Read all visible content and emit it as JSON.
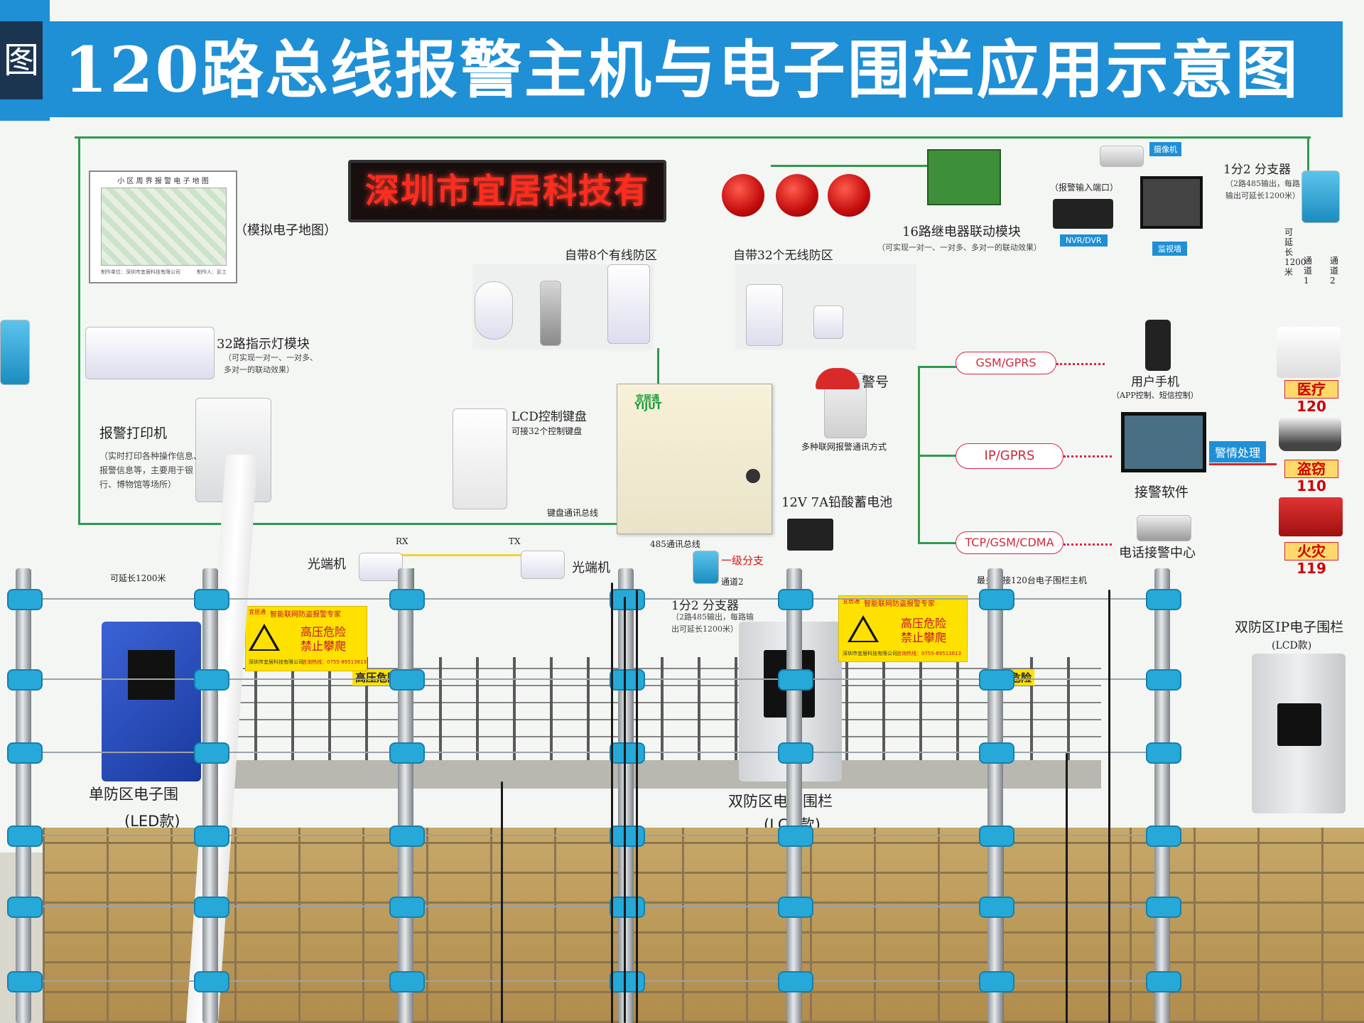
{
  "banner": {
    "title": "120路总线报警主机与电子围栏应用示意图",
    "edge_char": "图"
  },
  "led_display": {
    "text": "深圳市宜居科技有"
  },
  "map": {
    "title": "小 区 周 界 报 警 电 子 地 图",
    "caption": "（模拟电子地图）",
    "footer_left": "制作单位：深圳市宜居科技有限公司",
    "footer_right": "制作人：彭工"
  },
  "indicator_module": {
    "title": "32路指示灯模块",
    "desc": "（可实现一对一、一对多、多对一的联动效果）"
  },
  "printer": {
    "title": "报警打印机",
    "desc": "（实时打印各种操作信息、报警信息等，主要用于银行、博物馆等场所）"
  },
  "wired_zones": {
    "label": "自带8个有线防区"
  },
  "wireless_zones": {
    "label": "自带32个无线防区"
  },
  "relay_module": {
    "title": "16路继电器联动模块",
    "desc": "（可实现一对一、一对多、多对一的联动效果）"
  },
  "alarm_input": "（报警输入端口）",
  "camera_label": "摄像机",
  "nvr_label": "NVR/DVR",
  "monitor_label": "监视墙",
  "splitter_top": {
    "title": "1分2 分支器",
    "desc": "（2路485输出，每路输出可延长1200米）",
    "extend": "可延长1200米",
    "ch1": "通道1",
    "ch2": "通道2"
  },
  "keypad": {
    "title": "LCD控制键盘",
    "desc": "可接32个控制键盘",
    "bus": "键盘通讯总线"
  },
  "panel": {
    "brand": "宜居通",
    "brand_en": "YIJUT"
  },
  "siren_label": "警号",
  "comm_methods": "多种联网报警通讯方式",
  "battery": "12V 7A铅酸蓄电池",
  "bus485": "485通讯总线",
  "first_branch": "一级分支",
  "comm": [
    "GSM/GPRS",
    "IP/GPRS",
    "TCP/GSM/CDMA"
  ],
  "phone": {
    "title": "用户手机",
    "desc": "（APP控制、短信控制）"
  },
  "software": "接警软件",
  "center": "电话接警中心",
  "police_handling": "警情处理",
  "emergency": [
    "医疗120",
    "盗窃110",
    "火灾119"
  ],
  "optical": {
    "left": "光端机",
    "right": "光端机",
    "rx": "RX",
    "tx": "TX"
  },
  "extend_left": "可延长1200米",
  "channel2": "通道2",
  "max_hosts": "最多可接120台电子围栏主机",
  "splitter_bottom": {
    "title": "1分2 分支器",
    "desc": "（2路485输出，每路输出可延长1200米）"
  },
  "warning_sign": {
    "brand": "宜居通",
    "head": "智能联网防盗报警专家",
    "l1": "高压危险",
    "l2": "禁止攀爬",
    "company": "深圳市宜居科技有限公司",
    "hotline": "咨询热线：0755-89513613"
  },
  "hv_tag": "高压危险",
  "hv_tag2": "危险",
  "fence_single": {
    "title": "单防区电子围",
    "sub": "(LED款)"
  },
  "fence_dual": {
    "title": "双防区电子围栏",
    "sub": "(LCD款)"
  },
  "fence_ip": {
    "title": "双防区IP电子围栏",
    "sub": "(LCD款)"
  },
  "colors": {
    "banner": "#1f8fd6",
    "line": "#2f9a4e",
    "led": "#ff2d1f",
    "insulator": "#26a9d8"
  }
}
